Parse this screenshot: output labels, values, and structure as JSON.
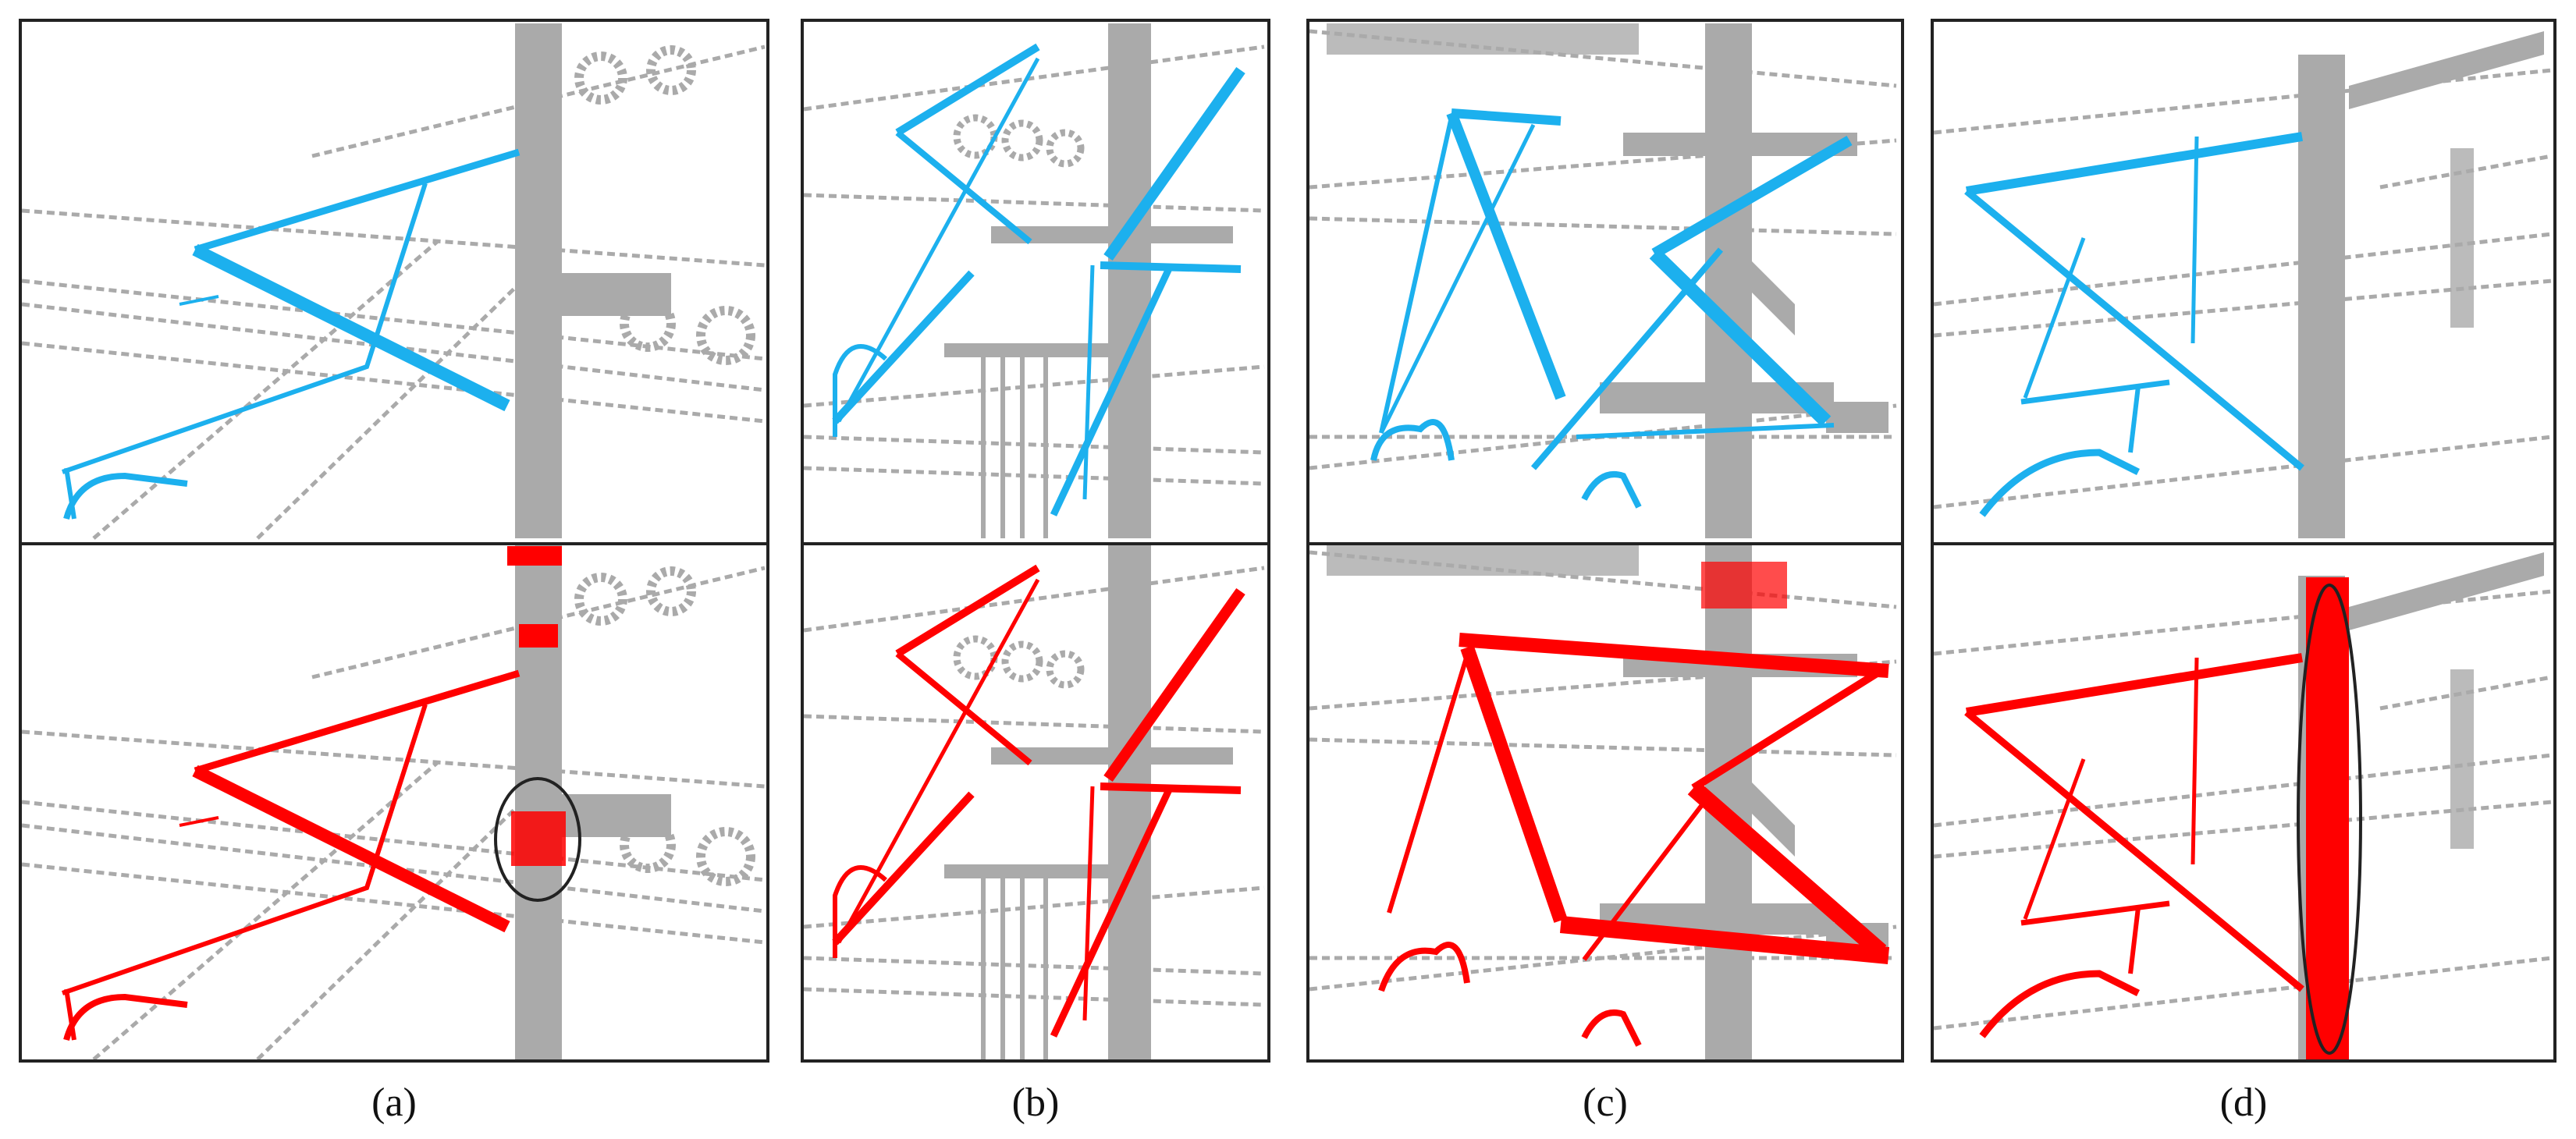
{
  "figure": {
    "panels": [
      {
        "id": "a",
        "caption": "(a)",
        "anomaly_ellipse": true
      },
      {
        "id": "b",
        "caption": "(b)",
        "anomaly_ellipse": false
      },
      {
        "id": "c",
        "caption": "(c)",
        "anomaly_ellipse": false
      },
      {
        "id": "d",
        "caption": "(d)",
        "anomaly_ellipse": true
      }
    ],
    "colors": {
      "background_points": "#aaaaaa",
      "top_row_segmentation": "#1cb0ee",
      "bottom_row_segmentation": "#ff0000",
      "frame": "#222222",
      "ellipse": "#222222"
    }
  }
}
